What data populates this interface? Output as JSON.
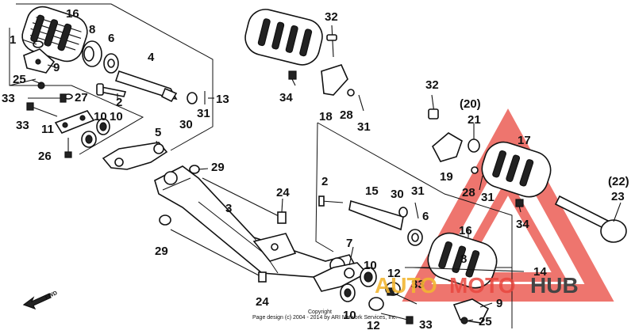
{
  "labels": {
    "l1": "1",
    "l2a": "2",
    "l2b": "2",
    "l3": "3",
    "l4": "4",
    "l5": "5",
    "l6a": "6",
    "l6b": "6",
    "l7": "7",
    "l8a": "8",
    "l8b": "8",
    "l9a": "9",
    "l9b": "9",
    "l10a": "10",
    "l10b": "10",
    "l10c": "10",
    "l10d": "10",
    "l11": "11",
    "l12a": "12",
    "l12b": "12",
    "l13": "13",
    "l14": "14",
    "l15": "15",
    "l16a": "16",
    "l16b": "16",
    "l17": "17",
    "l18": "18",
    "l19": "19",
    "l20": "(20)",
    "l21": "21",
    "l22": "(22)",
    "l23": "23",
    "l24a": "24",
    "l24b": "24",
    "l25a": "25",
    "l25b": "25",
    "l26": "26",
    "l27": "27",
    "l28a": "28",
    "l28b": "28",
    "l29a": "29",
    "l29b": "29",
    "l30a": "30",
    "l30b": "30",
    "l31a": "31",
    "l31b": "31",
    "l31c": "31",
    "l31d": "31",
    "l32a": "32",
    "l32b": "32",
    "l33a": "33",
    "l33b": "33",
    "l33c": "33",
    "l33d": "33",
    "l34a": "34",
    "l34b": "34"
  },
  "direction_marker": "FWD",
  "copyright_line1": "Copyright",
  "copyright_line2": "Page design (c) 2004 - 2014 by ARI Network Services, Inc.",
  "watermark": {
    "part1": "AUTO",
    "part2": "MOTO",
    "part3": "HUB",
    "color_red": "#e8473e",
    "color_yellow": "#f2b632",
    "color_gray": "#444444"
  }
}
